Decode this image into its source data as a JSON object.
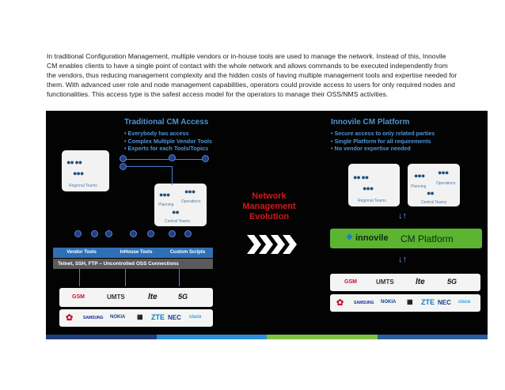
{
  "intro_text": "In traditional Configuration Management, multiple vendors or in-house tools are used to manage the network. Instead of this, Innovile CM enables clients to have a single point of contact with the whole network and allows commands to be executed independently from the vendors, thus reducing management complexity and the hidden costs of having multiple management tools and expertise needed for them. With advanced user role and node management capabilities, operators could provide access to users for only required nodes and functionalities. This access type is the safest access model for the operators to manage their OSS/NMS activities.",
  "left": {
    "title": "Traditional CM Access",
    "bullets": [
      "Everybody has access",
      "Complex Multiple Vendor Tools",
      "Experts for each Tools/Topics"
    ],
    "regional_label": "Regional Teams",
    "planning_label": "Planning",
    "operations_label": "Operations",
    "central_label": "Central Teams",
    "tools": [
      "Vendor Tools",
      "InHouse Tools",
      "Custom Scripts"
    ],
    "connections": "Telnet, SSH, FTP – Uncontrolled OSS Connections"
  },
  "middle": {
    "line1": "Network",
    "line2": "Management",
    "line3": "Evolution"
  },
  "right": {
    "title": "Innovile CM Platform",
    "bullets": [
      "Secure access to only related parties",
      "Single Platform for all requirements",
      "No vendor expertise needed"
    ],
    "regional_label": "Regional Teams",
    "planning_label": "Planning",
    "operations_label": "Operations",
    "central_label": "Central Teams",
    "platform_brand": "innovile",
    "platform_label": "CM Platform"
  },
  "tech": {
    "gsm": "GSM",
    "umts": "UMTS",
    "lte": "lte",
    "fiveg": "5G"
  },
  "vendors": {
    "samsung": "SAMSUNG",
    "nokia": "NOKIA",
    "zte": "ZTE",
    "nec": "NEC",
    "cisco": "cisco"
  },
  "colors": {
    "background": "#030303",
    "blue_title": "#4f93d2",
    "evolution_red": "#d11a1a",
    "platform_green": "#5cb531",
    "colorbar": [
      "#1f3f7a",
      "#2f8fd6",
      "#7fc242",
      "#2a5f9e"
    ]
  },
  "icons": [
    "people-icon",
    "chevron-arrow-icon",
    "updown-arrow-icon",
    "huawei-logo-icon",
    "blackberry-logo-icon",
    "innovile-logo-icon"
  ]
}
